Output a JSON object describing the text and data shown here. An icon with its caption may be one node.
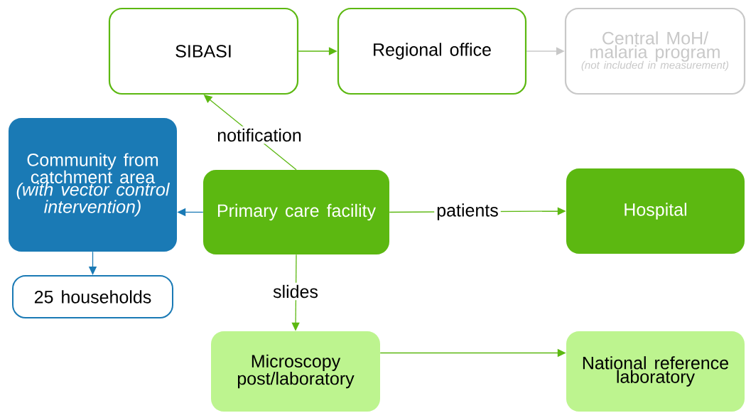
{
  "diagram": {
    "nodes": [
      {
        "text": [
          "SIBASI"
        ]
      },
      {
        "text": [
          "Regional office"
        ]
      },
      {
        "text": [
          "Central MoH/ malaria program",
          "(not included in measurement)"
        ]
      },
      {
        "text": [
          "Community from catchment area",
          "(with vector control intervention)"
        ]
      },
      {
        "text": [
          "25 households"
        ]
      },
      {
        "text": [
          "Primary care facility"
        ]
      },
      {
        "text": [
          "Hospital"
        ]
      },
      {
        "text": [
          "Microscopy post/laboratory"
        ]
      },
      {
        "text": [
          "National reference laboratory"
        ]
      }
    ],
    "edges": [
      {
        "from": 5,
        "to": 0,
        "arrow": "to",
        "label": "notification"
      },
      {
        "from": 0,
        "to": 1,
        "arrow": "to"
      },
      {
        "from": 1,
        "to": 2,
        "arrow": "to",
        "color": "#c8c8c8"
      },
      {
        "from": 5,
        "to": 3,
        "arrow": "to",
        "color": "#1a7ab5"
      },
      {
        "from": 3,
        "to": 4,
        "arrow": "to",
        "color": "#1a7ab5"
      },
      {
        "from": 5,
        "to": 6,
        "arrow": "to",
        "label": "patients"
      },
      {
        "from": 5,
        "to": 7,
        "arrow": "to",
        "label": "slides"
      },
      {
        "from": 7,
        "to": 8,
        "arrow": "to"
      }
    ]
  }
}
